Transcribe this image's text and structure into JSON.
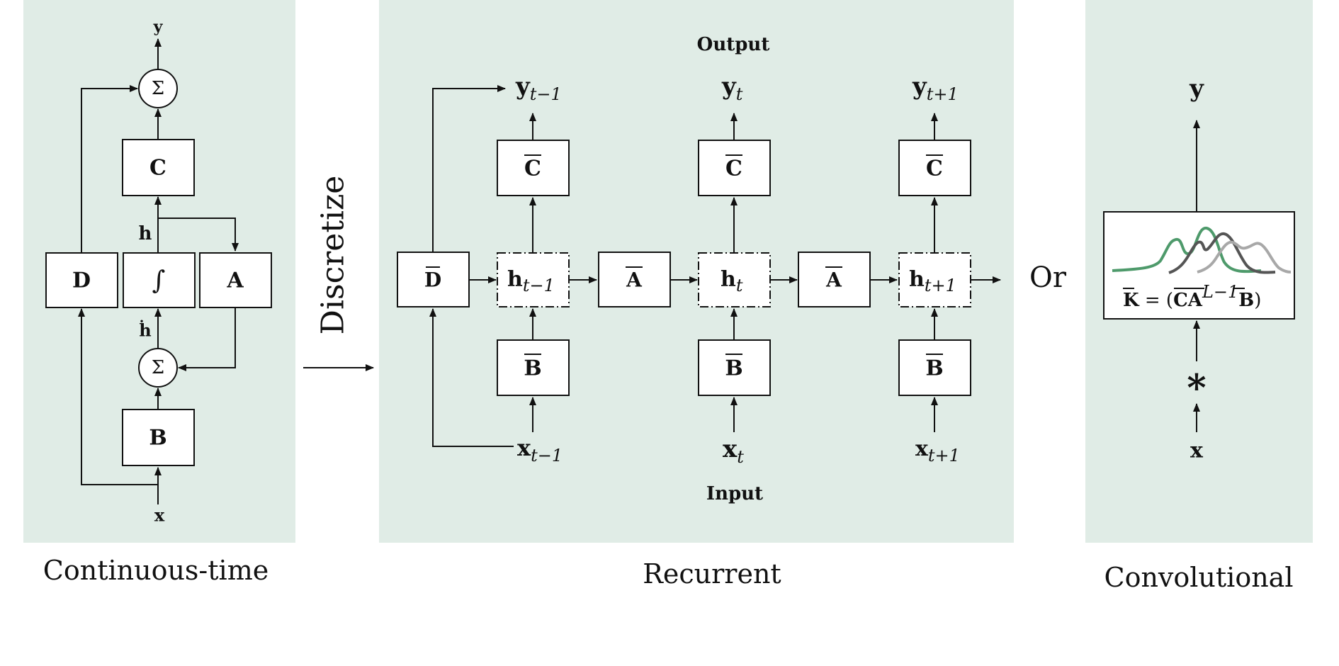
{
  "panels": {
    "continuous": {
      "caption": "Continuous-time",
      "C": "C",
      "D": "D",
      "integral": "∫",
      "A": "A",
      "B": "B",
      "sum": "Σ",
      "y": "y",
      "x": "x",
      "h": "h",
      "hdot": "ḣ"
    },
    "discretize": {
      "label": "Discretize"
    },
    "recurrent": {
      "caption": "Recurrent",
      "top_label": "Output",
      "bottom_label": "Input",
      "D": "D",
      "A": "A",
      "B": "B",
      "C": "C",
      "h": "h",
      "y": "y",
      "x": "x",
      "subs": {
        "prev": "t−1",
        "cur": "t",
        "next": "t+1"
      }
    },
    "or": {
      "label": "Or"
    },
    "convolutional": {
      "caption": "Convolutional",
      "y": "y",
      "x": "x",
      "star": "*",
      "K": "K",
      "eq": " = (",
      "CA": "CA",
      "L": "L−1",
      "B": "B",
      "close": ")",
      "curve_colors": [
        "#4e9a6b",
        "#555555",
        "#a8a8a8"
      ]
    }
  }
}
